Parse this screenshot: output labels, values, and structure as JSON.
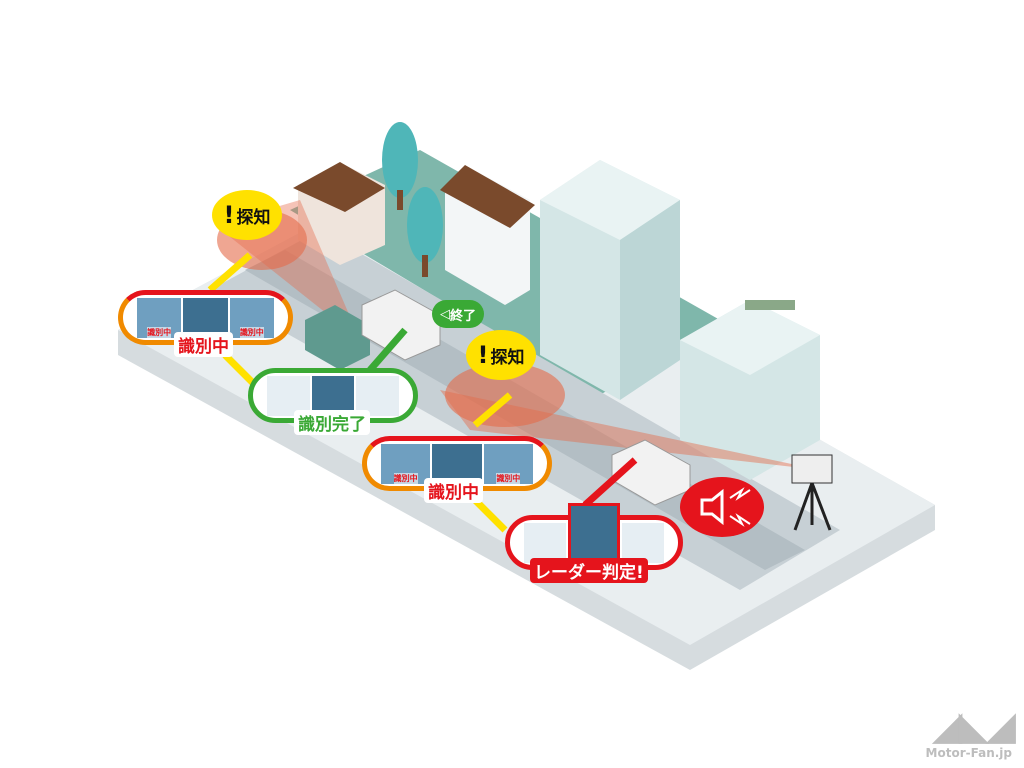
{
  "labels": {
    "detect_1": "探知",
    "detect_2": "探知",
    "identifying_1": "識別中",
    "identifying_2": "識別中",
    "identified": "識別完了",
    "ended": "終了",
    "radar_judgement": "レーダー判定!",
    "panel_caption": "識別中"
  },
  "logo": {
    "mark": "MF",
    "text": "Motor-Fan.jp"
  },
  "colors": {
    "detect": "#ffe100",
    "identifying": "#e5141c",
    "identified": "#3aa935",
    "alert": "#e5141c"
  }
}
